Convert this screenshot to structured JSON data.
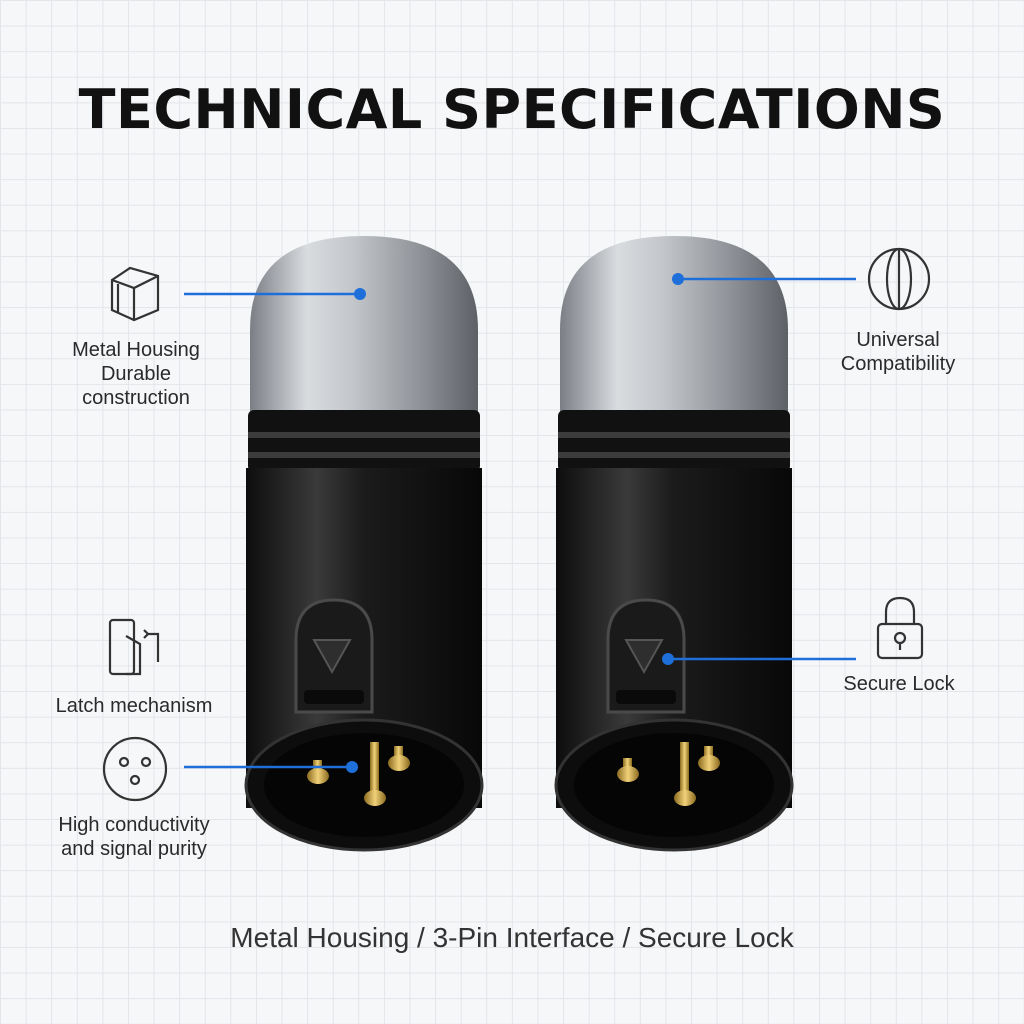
{
  "title": "TECHNICAL SPECIFICATIONS",
  "subtitle": "Metal Housing / 3-Pin Interface / Secure Lock",
  "callouts": {
    "metal_housing": {
      "line1": "Metal Housing",
      "line2": "Durable",
      "line3": "construction",
      "icon": "metal-housing-icon"
    },
    "latch": {
      "line1": "Latch mechanism",
      "icon": "latch-icon"
    },
    "conductivity": {
      "line1": "High conductivity",
      "line2": "and signal purity",
      "icon": "three-pin-icon"
    },
    "universal": {
      "line1": "Universal",
      "line2": "Compatibility",
      "icon": "globe-icon"
    },
    "secure_lock": {
      "line1": "Secure Lock",
      "icon": "padlock-icon"
    }
  },
  "colors": {
    "accent": "#1e6fd9",
    "background": "#f6f7f9",
    "connector_body": "#151515",
    "housing_metal": "#a9adb2",
    "pin_gold": "#c9a13a"
  }
}
